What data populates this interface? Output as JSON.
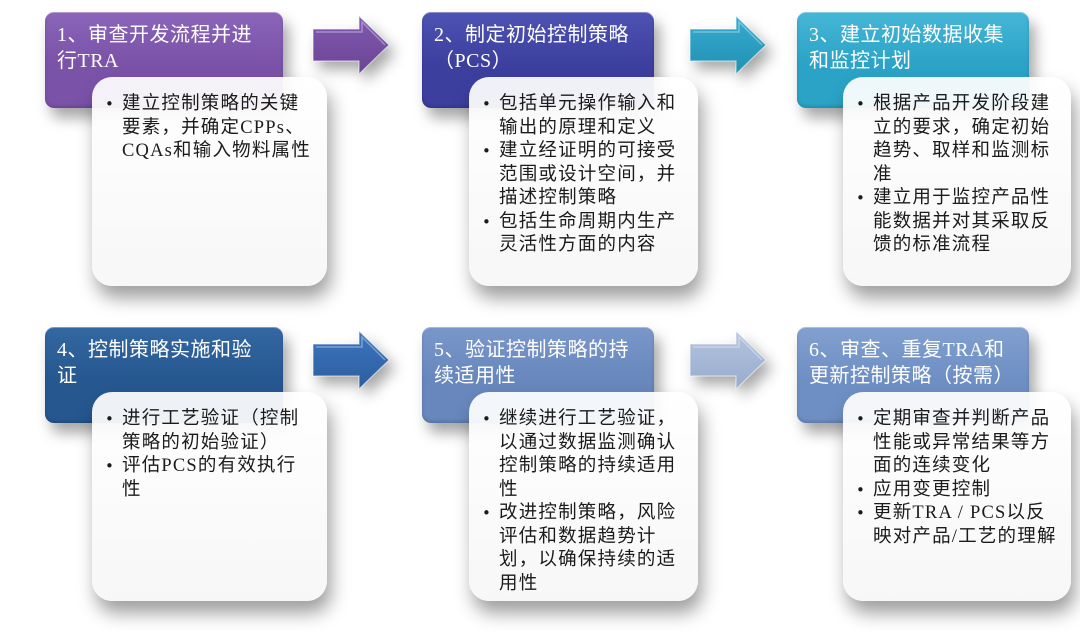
{
  "diagram": {
    "type": "process-flow",
    "steps": [
      {
        "number": "1",
        "title": "1、审查开发流程并进行TRA",
        "color": "#7a52a8",
        "color_light": "#8a65b8",
        "bullets": [
          "建立控制策略的关键要素，并确定CPPs、CQAs和输入物料属性"
        ]
      },
      {
        "number": "2",
        "title": "2、制定初始控制策略（PCS）",
        "color": "#3c3f9e",
        "color_light": "#4e52b2",
        "bullets": [
          "包括单元操作输入和输出的原理和定义",
          "建立经证明的可接受范围或设计空间，并描述控制策略",
          "包括生命周期内生产灵活性方面的内容"
        ]
      },
      {
        "number": "3",
        "title": "3、建立初始数据收集和监控计划",
        "color": "#2ba3c6",
        "color_light": "#46b6d6",
        "bullets": [
          "根据产品开发阶段建立的要求，确定初始趋势、取样和监测标准",
          "建立用于监控产品性能数据并对其采取反馈的标准流程"
        ]
      },
      {
        "number": "4",
        "title": "4、控制策略实施和验证",
        "color": "#26578f",
        "color_light": "#3468a2",
        "bullets": [
          "进行工艺验证（控制策略的初始验证）",
          "评估PCS的有效执行性"
        ]
      },
      {
        "number": "5",
        "title": "5、验证控制策略的持续适用性",
        "color": "#6787bd",
        "color_light": "#7a97c9",
        "bullets": [
          "继续进行工艺验证，以通过数据监测确认控制策略的持续适用性",
          "改进控制策略，风险评估和数据趋势计划，以确保持续的适用性"
        ]
      },
      {
        "number": "6",
        "title": "6、审查、重复TRA和更新控制策略（按需）",
        "color": "#6e8fc4",
        "color_light": "#82a0cf",
        "bullets": [
          "定期审查并判断产品性能或异常结果等方面的连续变化",
          "应用变更控制",
          "更新TRA / PCS以反映对产品/工艺的理解"
        ]
      }
    ],
    "arrows": [
      {
        "from": "1",
        "to": "2",
        "color": "#8159b0",
        "color_dark": "#6a4495",
        "icon": "right-arrow-icon"
      },
      {
        "from": "2",
        "to": "3",
        "color": "#35abd0",
        "color_dark": "#2290b2",
        "icon": "right-arrow-icon"
      },
      {
        "from": "4",
        "to": "5",
        "color": "#3c74bd",
        "color_dark": "#2b5e9e",
        "icon": "right-arrow-icon"
      },
      {
        "from": "5",
        "to": "6",
        "color": "#b4c4df",
        "color_dark": "#97abcd",
        "icon": "right-arrow-icon"
      }
    ],
    "bullet_glyph": "•"
  }
}
